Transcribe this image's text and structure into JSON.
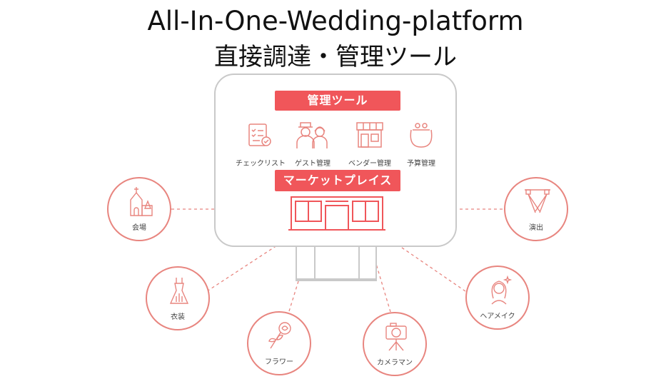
{
  "title": {
    "line1": "All-In-One-Wedding-platform",
    "line2": "直接調達・管理ツール"
  },
  "tools": {
    "header": "管理ツール",
    "items": [
      {
        "label": "チェックリスト",
        "icon": "checklist-icon"
      },
      {
        "label": "ゲスト管理",
        "icon": "guests-icon"
      },
      {
        "label": "ベンダー管理",
        "icon": "store-icon"
      },
      {
        "label": "予算管理",
        "icon": "purse-icon"
      }
    ]
  },
  "marketplace": {
    "header": "マーケットプレイス"
  },
  "categories": [
    {
      "label": "会場",
      "icon": "chapel-icon"
    },
    {
      "label": "衣装",
      "icon": "dress-icon"
    },
    {
      "label": "フラワー",
      "icon": "flower-icon"
    },
    {
      "label": "カメラマン",
      "icon": "camera-icon"
    },
    {
      "label": "ヘアメイク",
      "icon": "hairmakeup-icon"
    },
    {
      "label": "演出",
      "icon": "stage-lights-icon"
    }
  ],
  "colors": {
    "accent": "#f0565a",
    "icon_stroke": "#e8857f",
    "monitor": "#c9c9c9"
  }
}
